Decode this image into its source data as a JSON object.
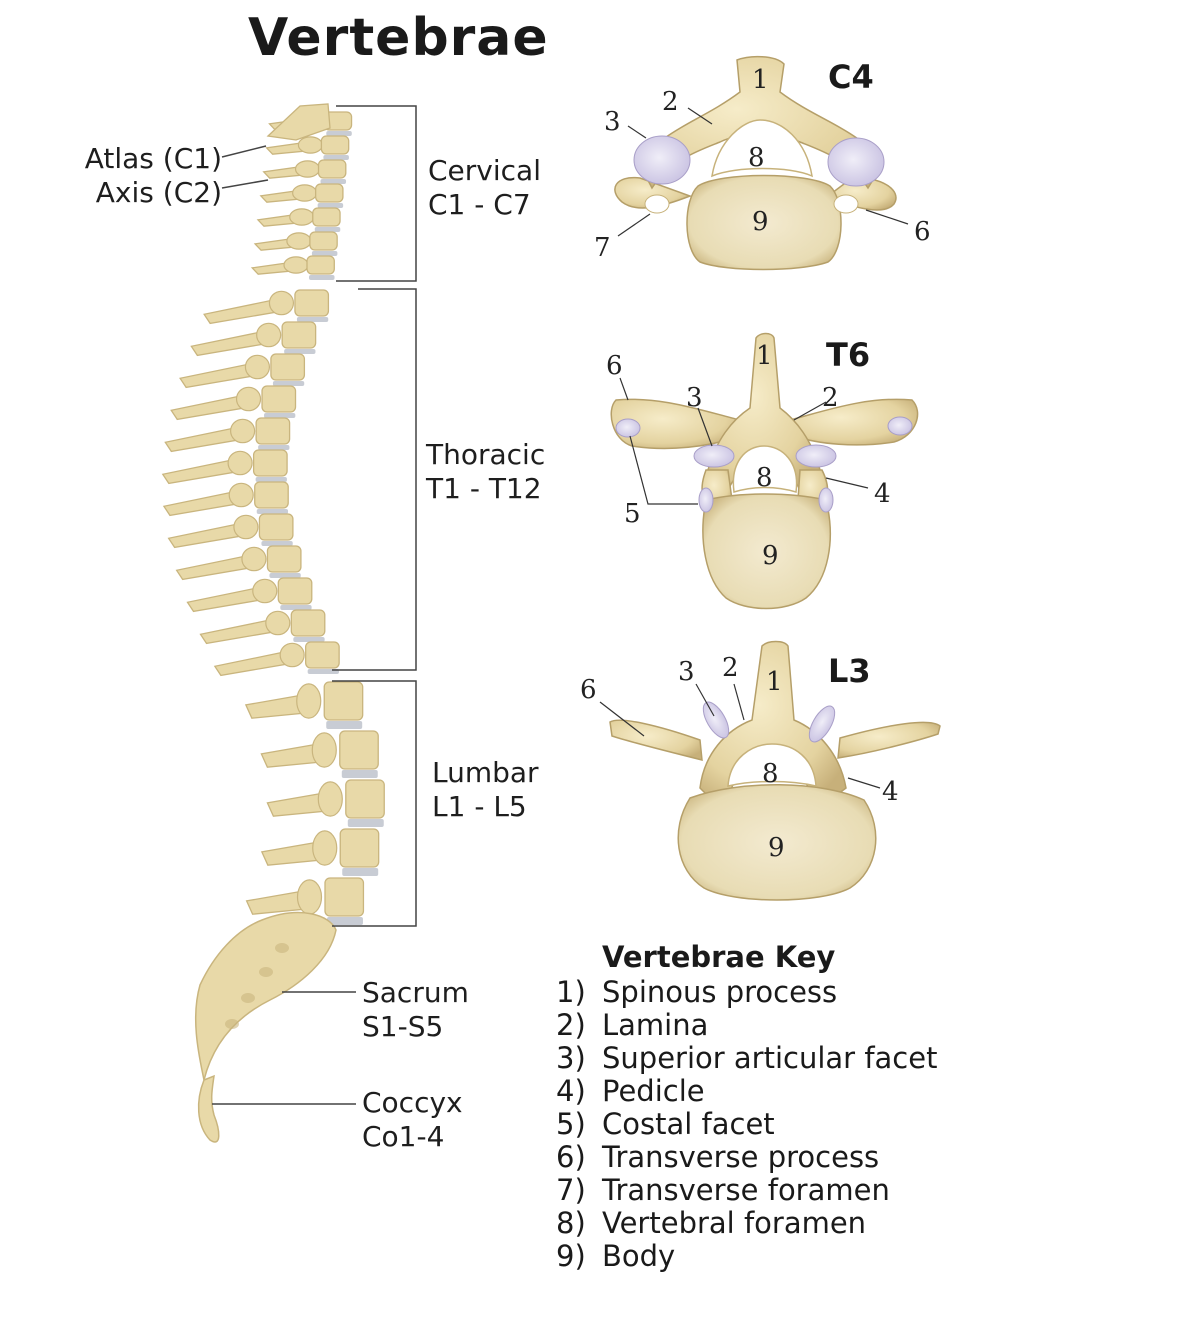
{
  "title": "Vertebrae",
  "spine_labels": {
    "atlas": "Atlas (C1)",
    "axis": "Axis (C2)",
    "cervical": [
      "Cervical",
      "C1 - C7"
    ],
    "thoracic": [
      "Thoracic",
      "T1 - T12"
    ],
    "lumbar": [
      "Lumbar",
      "L1 - L5"
    ],
    "sacrum": [
      "Sacrum",
      "S1-S5"
    ],
    "coccyx": [
      "Coccyx",
      "Co1-4"
    ]
  },
  "vertebra_views": {
    "c4": "C4",
    "t6": "T6",
    "l3": "L3"
  },
  "callouts": {
    "c4": [
      "1",
      "2",
      "3",
      "8",
      "9",
      "7",
      "6"
    ],
    "t6": [
      "6",
      "1",
      "3",
      "2",
      "8",
      "4",
      "5",
      "9"
    ],
    "l3": [
      "3",
      "2",
      "1",
      "6",
      "8",
      "4",
      "9"
    ]
  },
  "key": {
    "title": "Vertebrae Key",
    "items": [
      {
        "n": "1)",
        "label": "Spinous process"
      },
      {
        "n": "2)",
        "label": "Lamina"
      },
      {
        "n": "3)",
        "label": "Superior articular facet"
      },
      {
        "n": "4)",
        "label": "Pedicle"
      },
      {
        "n": "5)",
        "label": "Costal facet"
      },
      {
        "n": "6)",
        "label": "Transverse process"
      },
      {
        "n": "7)",
        "label": "Transverse foramen"
      },
      {
        "n": "8)",
        "label": "Vertebral foramen"
      },
      {
        "n": "9)",
        "label": "Body"
      }
    ]
  },
  "colors": {
    "bone": "#e8d9a8",
    "bone_shadow": "#c9b57e",
    "disc": "#c8ccd4",
    "facet": "#d9d3ec",
    "line": "#333333"
  }
}
